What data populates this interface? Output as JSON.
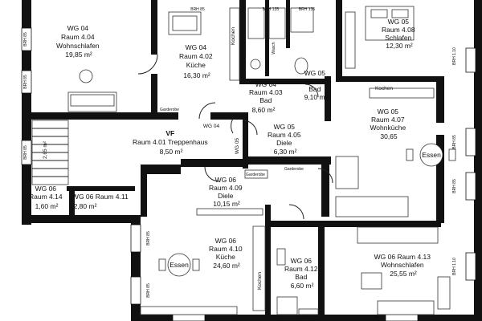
{
  "plan": {
    "rooms": [
      {
        "id": "r404",
        "lines": [
          "WG 04",
          "Raum 4.04",
          "Wohnschlafen",
          "19,85 m²"
        ]
      },
      {
        "id": "r402",
        "lines": [
          "WG 04",
          "Raum 4.02",
          "Küche",
          "16,30 m²"
        ]
      },
      {
        "id": "r403",
        "lines": [
          "WG 04",
          "Raum 4.03",
          "Bad",
          "8,60 m²"
        ]
      },
      {
        "id": "r406",
        "lines": [
          "WG 05",
          "Raum 4.06",
          "Bad",
          "9,10 m²"
        ]
      },
      {
        "id": "r408",
        "lines": [
          "WG 05",
          "Raum 4.08",
          "Schlafen",
          "12,30 m²"
        ]
      },
      {
        "id": "r407",
        "lines": [
          "WG 05",
          "Raum 4.07",
          "Wohnküche",
          "30,65"
        ]
      },
      {
        "id": "r401",
        "lines": [
          "VF",
          "Raum 4.01 Treppenhaus",
          "8,50 m²"
        ]
      },
      {
        "id": "r405",
        "lines": [
          "WG 05",
          "Raum 4.05",
          "Diele",
          "6,30 m²"
        ]
      },
      {
        "id": "r409",
        "lines": [
          "WG 06",
          "Raum 4.09",
          "Diele",
          "10,15 m²"
        ]
      },
      {
        "id": "r414",
        "lines": [
          "WG 06",
          "Raum 4.14",
          "1,60 m²"
        ]
      },
      {
        "id": "r411",
        "lines": [
          "WG 06 Raum 4.11",
          "2,80 m²"
        ]
      },
      {
        "id": "r410",
        "lines": [
          "WG 06",
          "Raum 4.10",
          "Küche",
          "24,60 m²"
        ]
      },
      {
        "id": "r412",
        "lines": [
          "WG 06",
          "Raum 4.12",
          "Bad",
          "6,60 m²"
        ]
      },
      {
        "id": "r413",
        "lines": [
          "WG 06 Raum 4.13",
          "Wohnschlafen",
          "25,55 m²"
        ]
      }
    ],
    "door_tags": [
      "WG 04",
      "WG 05",
      "WG 06"
    ],
    "sill_labels": [
      "BRH 85",
      "BRH 135",
      "BRH 1.10"
    ],
    "kitchen_label": "Kochen",
    "dining_label": "Essen",
    "wardrobe_label": "Garderobe",
    "washer_label": "Wasch",
    "dim_label": "2,65 m²"
  }
}
